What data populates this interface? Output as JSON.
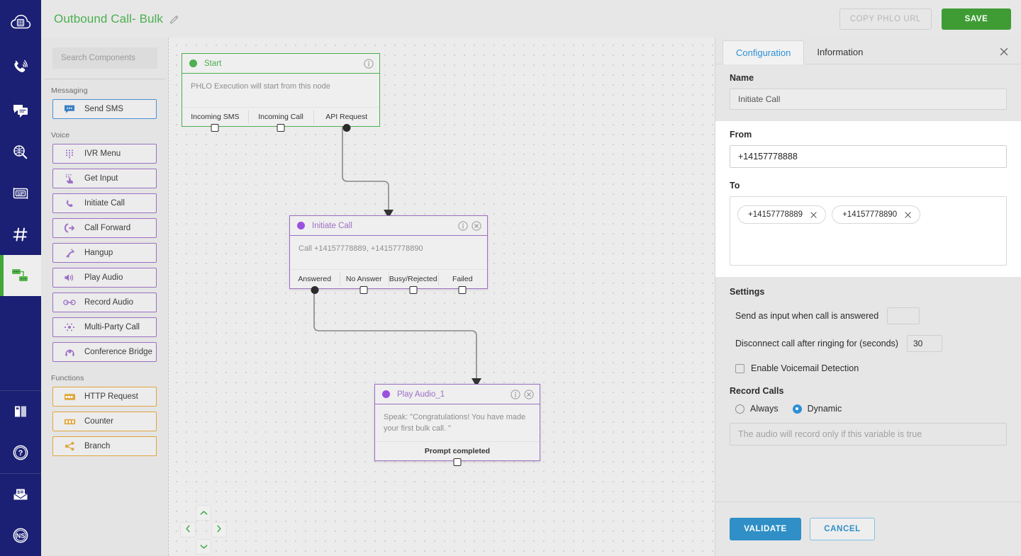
{
  "app": {
    "title": "Outbound Call- Bulk",
    "edit_icon": "pencil-icon",
    "copy_url_label": "COPY PHLO URL",
    "save_label": "SAVE",
    "brand_green": "#4caf50",
    "brand_navy": "#1b2074",
    "accent_blue": "#2d8fd5",
    "node_purple": "#9c6fc4"
  },
  "rail": {
    "items": [
      {
        "icon": "cloud-keypad-logo-icon",
        "active": false
      },
      {
        "icon": "phone-signal-icon",
        "active": false
      },
      {
        "icon": "messages-icon",
        "active": false
      },
      {
        "icon": "lookup-search-icon",
        "active": false
      },
      {
        "icon": "sip-trunk-icon",
        "active": false
      },
      {
        "icon": "hash-number-icon",
        "active": false
      },
      {
        "icon": "phlo-flow-icon",
        "active": true
      },
      {
        "icon": "docs-book-icon",
        "active": false
      },
      {
        "icon": "help-question-icon",
        "active": false
      },
      {
        "icon": "billing-envelope-icon",
        "active": false
      },
      {
        "icon": "ns-account-icon",
        "active": false
      }
    ]
  },
  "components": {
    "search": {
      "placeholder": "Search Components",
      "value": ""
    },
    "groups": [
      {
        "label": "Messaging",
        "color": "blue",
        "items": [
          {
            "label": "Send SMS",
            "icon": "chat-bubble-icon"
          }
        ]
      },
      {
        "label": "Voice",
        "color": "purple",
        "items": [
          {
            "label": "IVR Menu",
            "icon": "keypad-dots-icon"
          },
          {
            "label": "Get Input",
            "icon": "hand-keypad-icon"
          },
          {
            "label": "Initiate Call",
            "icon": "phone-handset-icon"
          },
          {
            "label": "Call Forward",
            "icon": "call-forward-arrow-icon"
          },
          {
            "label": "Hangup",
            "icon": "hangup-phone-icon"
          },
          {
            "label": "Play Audio",
            "icon": "speaker-icon"
          },
          {
            "label": "Record Audio",
            "icon": "record-reels-icon"
          },
          {
            "label": "Multi-Party Call",
            "icon": "multi-party-dots-icon"
          },
          {
            "label": "Conference Bridge",
            "icon": "conference-headset-icon"
          }
        ]
      },
      {
        "label": "Functions",
        "color": "amber",
        "items": [
          {
            "label": "HTTP Request",
            "icon": "http-request-icon"
          },
          {
            "label": "Counter",
            "icon": "counter-digits-icon"
          },
          {
            "label": "Branch",
            "icon": "branch-share-icon"
          }
        ]
      }
    ]
  },
  "canvas": {
    "nodes": {
      "start": {
        "title": "Start",
        "body": "PHLO Execution will start from this node",
        "ports": [
          "Incoming SMS",
          "Incoming Call",
          "API Request"
        ],
        "connected_port": "API Request"
      },
      "initiate": {
        "title": "Initiate Call",
        "body": "Call +14157778889, +14157778890",
        "ports": [
          "Answered",
          "No Answer",
          "Busy/Rejected",
          "Failed"
        ],
        "connected_port": "Answered"
      },
      "play": {
        "title": "Play Audio_1",
        "body": "Speak: \"Congratulations! You have made your first bulk call. \"",
        "ports": [
          "Prompt completed"
        ],
        "connected_port": ""
      }
    },
    "nav": {
      "up": "up-chevron-icon",
      "down": "down-chevron-icon",
      "left": "left-chevron-icon",
      "right": "right-chevron-icon"
    }
  },
  "panel": {
    "tabs": [
      {
        "label": "Configuration",
        "active": true
      },
      {
        "label": "Information",
        "active": false
      }
    ],
    "close_icon": "close-icon",
    "name": {
      "label": "Name",
      "value": "Initiate Call"
    },
    "from": {
      "label": "From",
      "value": "+14157778888"
    },
    "to": {
      "label": "To",
      "chips": [
        "+14157778889",
        "+14157778890"
      ]
    },
    "settings": {
      "title": "Settings",
      "send_as_input": {
        "label": "Send as input when call is answered",
        "value": ""
      },
      "disconnect": {
        "label": "Disconnect call after ringing for (seconds)",
        "value": "30"
      },
      "voicemail": {
        "label": "Enable Voicemail Detection",
        "checked": false
      }
    },
    "record_calls": {
      "title": "Record Calls",
      "options": [
        {
          "label": "Always",
          "selected": false
        },
        {
          "label": "Dynamic",
          "selected": true
        }
      ],
      "variable": {
        "placeholder": "The audio will record only if this variable is true",
        "value": ""
      }
    },
    "footer": {
      "validate_label": "VALIDATE",
      "cancel_label": "CANCEL"
    }
  }
}
